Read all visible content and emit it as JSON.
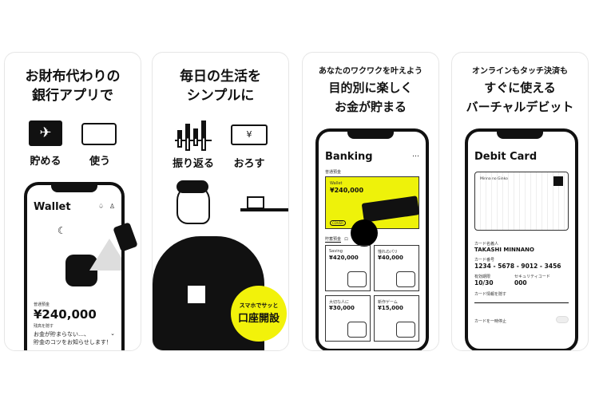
{
  "panels": [
    {
      "headline": [
        "お財布代わりの",
        "銀行アプリで"
      ],
      "icons": [
        {
          "name": "wallet-plane-icon",
          "label": "貯める"
        },
        {
          "name": "card-icon",
          "label": "使う"
        }
      ],
      "screen": {
        "title": "Wallet",
        "account_label": "普通預金",
        "balance": "¥240,000",
        "hide_label": "残高を隠す",
        "tip": [
          "お金が貯まらない…、",
          "貯金のコツをお知らせします！"
        ]
      }
    },
    {
      "headline": [
        "毎日の生活を",
        "シンプルに"
      ],
      "icons": [
        {
          "name": "chart-icon",
          "label": "振り返る"
        },
        {
          "name": "banknote-icon",
          "label": "おろす"
        }
      ],
      "badge": [
        "スマホでサッと",
        "口座開設"
      ],
      "badge_color": "#f2f20a"
    },
    {
      "subhead": "あなたのワクワクを叶えよう",
      "headline": [
        "目的別に楽しく",
        "お金が貯まる"
      ],
      "screen": {
        "title": "Banking",
        "menu": "…",
        "account_label": "普通預金",
        "wallet_label": "Wallet",
        "wallet_balance": "¥240,000",
        "cover_label": "COVER",
        "tabs": [
          "貯蓄預金",
          "ロ"
        ],
        "goals": [
          {
            "name": "Saving",
            "amount": "¥420,000"
          },
          {
            "name": "憧れのパリ",
            "amount": "¥40,000"
          },
          {
            "name": "大切な人に",
            "amount": "¥30,000"
          },
          {
            "name": "新作ゲーム",
            "amount": "¥15,000"
          }
        ]
      },
      "accent": "#eef20a"
    },
    {
      "subhead": "オンラインもタッチ決済も",
      "headline": [
        "すぐに使える",
        "バーチャルデビット"
      ],
      "screen": {
        "title": "Debit Card",
        "bank_name": "Minna no Ginko",
        "holder_label": "カード名義人",
        "holder": "TAKASHI MINNANO",
        "number_label": "カード番号",
        "number": "1234 - 5678 - 9012 - 3456",
        "expiry_label": "有効期限",
        "expiry": "10/30",
        "cvc_label": "セキュリティコード",
        "cvc": "000",
        "hide_label": "カード情報を隠す",
        "pause_label": "カードを一時停止"
      }
    }
  ]
}
